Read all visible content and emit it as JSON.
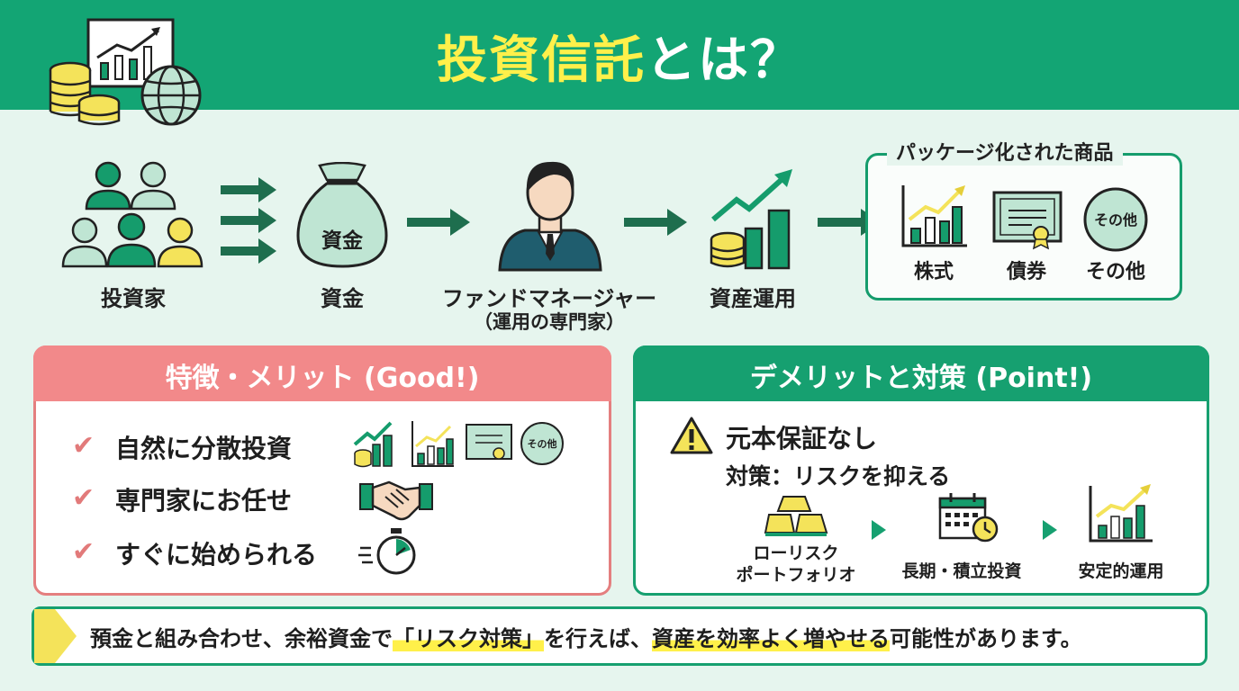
{
  "header": {
    "title_part1": "投資信託",
    "title_part2": "とは？",
    "bg_color": "#13a574",
    "accent_color": "#fff04a",
    "logo_icon": "coins-chart-globe-icon"
  },
  "flow": {
    "steps": [
      {
        "label": "投資家",
        "icon": "investors-people-icon"
      },
      {
        "label": "資金",
        "icon": "money-bag-icon",
        "icon_text": "資金"
      },
      {
        "label": "ファンドマネージャー",
        "sublabel": "（運用の専門家）",
        "icon": "fund-manager-icon"
      },
      {
        "label": "資産運用",
        "icon": "growth-chart-coins-icon"
      }
    ],
    "package": {
      "title": "パッケージ化された商品",
      "items": [
        {
          "label": "株式",
          "icon": "stock-chart-icon"
        },
        {
          "label": "債券",
          "icon": "bond-certificate-icon"
        },
        {
          "label": "その他",
          "icon": "other-circle-icon",
          "icon_text": "その他"
        }
      ]
    }
  },
  "merits": {
    "title": "特徴・メリット (Good!)",
    "header_color": "#f2898a",
    "items": [
      {
        "text": "自然に分散投資",
        "icon": "diversified-assets-icon"
      },
      {
        "text": "専門家にお任せ",
        "icon": "handshake-icon"
      },
      {
        "text": "すぐに始められる",
        "icon": "stopwatch-icon"
      }
    ],
    "other_badge": "その他"
  },
  "demerits": {
    "title": "デメリットと対策 (Point!)",
    "header_color": "#16a070",
    "warning": "元本保証なし",
    "measure": "対策：リスクを抑える",
    "steps": [
      {
        "label_line1": "ローリスク",
        "label_line2": "ポートフォリオ",
        "icon": "gold-bars-icon"
      },
      {
        "label_line1": "長期・積立投資",
        "icon": "calendar-clock-icon"
      },
      {
        "label_line1": "安定的運用",
        "icon": "rising-chart-icon"
      }
    ]
  },
  "footer": {
    "text_part1": "預金と組み合わせ、余裕資金で",
    "highlight1": "「リスク対策」",
    "text_part2": "を行えば、",
    "highlight2": "資産を効率よく増やせる",
    "text_part3": "可能性があります。"
  }
}
